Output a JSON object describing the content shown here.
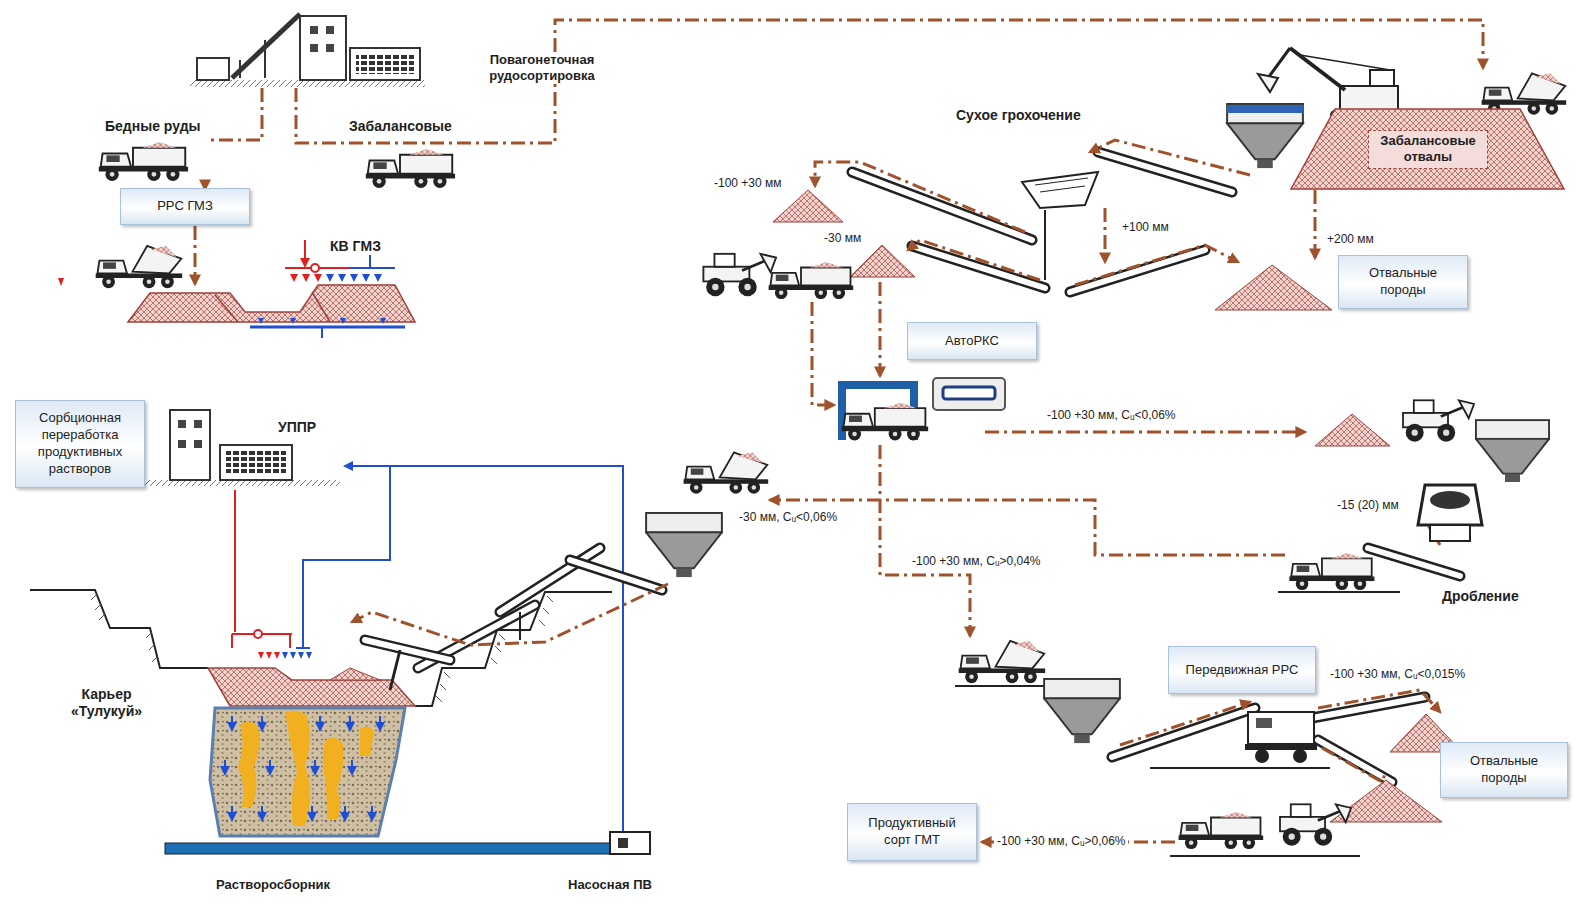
{
  "diagram": {
    "nodes": [
      {
        "text": [
          "РРС ГМЗ"
        ]
      },
      {
        "text": [
          "Сорбционная переработка продуктивных растворов"
        ]
      },
      {
        "text": [
          "Забалансовые отвалы"
        ]
      },
      {
        "text": [
          "Отвальные породы"
        ]
      },
      {
        "text": [
          "АвтоРКС"
        ]
      },
      {
        "text": [
          "Передвижная РРС"
        ]
      },
      {
        "text": [
          "Отвальные породы"
        ]
      },
      {
        "text": [
          "Продуктивный сорт ГМТ"
        ]
      }
    ],
    "labels": [
      "Повагонеточная рудосортировка",
      "Бедные руды",
      "Забалансовые",
      "КВ ГМЗ",
      "УППР",
      "Карьер «Тулукуй»",
      "Растворосборник",
      "Насосная ПВ",
      "Сухое грохочение",
      "-100 +30 мм",
      "-30 мм",
      "+100 мм",
      "+200 мм",
      "-100 +30 мм, Cᵤ<0,06%",
      "-15 (20) мм",
      "Дробление",
      "-30 мм, Cᵤ<0,06%",
      "-100 +30 мм, Cᵤ>0,04%",
      "-100 +30 мм, Cᵤ<0,015%",
      "-100 +30 мм, Cᵤ>0,06%"
    ]
  }
}
